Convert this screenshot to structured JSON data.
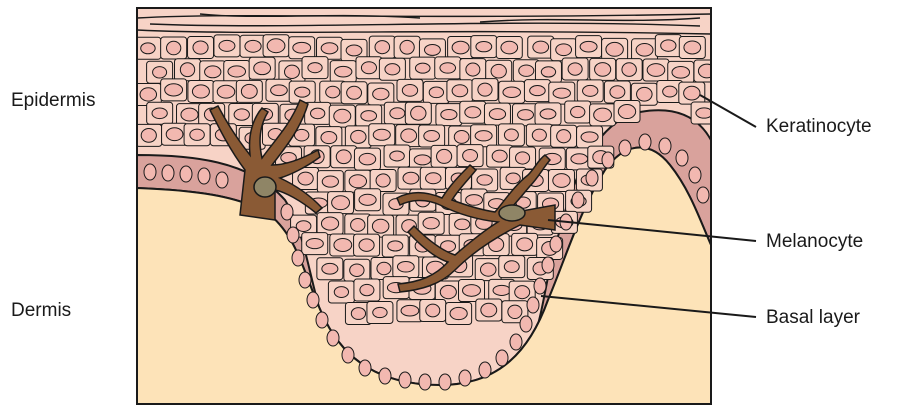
{
  "labels": {
    "epidermis": "Epidermis",
    "dermis": "Dermis",
    "keratinocyte": "Keratinocyte",
    "melanocyte": "Melanocyte",
    "basal_layer": "Basal layer"
  },
  "colors": {
    "epidermis_fill": "#f7d3c6",
    "dermis_fill": "#fde3b8",
    "basal_fill": "#d9a29c",
    "nucleus_fill": "#f2b8b0",
    "melanocyte_fill": "#8a5a35",
    "melanocyte_nucleus": "#8f8566",
    "outline": "#1a1a1a"
  }
}
